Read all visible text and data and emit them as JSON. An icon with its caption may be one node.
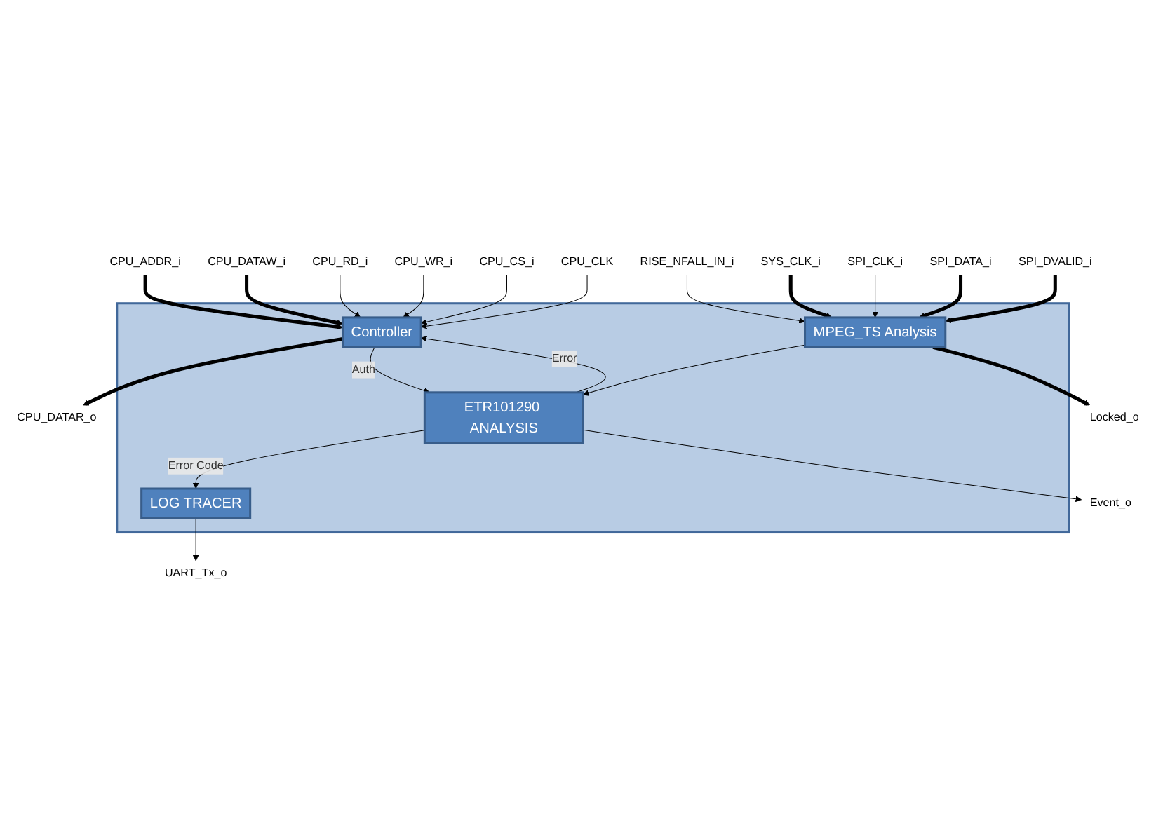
{
  "diagram": {
    "nodes": [
      {
        "text": [
          "CPU_ADDR_i"
        ]
      },
      {
        "text": [
          "CPU_DATAW_i"
        ]
      },
      {
        "text": [
          "CPU_DATAR_o"
        ]
      },
      {
        "text": [
          "CPU_RD_i"
        ]
      },
      {
        "text": [
          "CPU_WR_i"
        ]
      },
      {
        "text": [
          "CPU_CS_i"
        ]
      },
      {
        "text": [
          "CPU_CLK"
        ]
      },
      {
        "text": [],
        "shape": "box"
      },
      {
        "text": [
          "Controller"
        ],
        "in": 7
      },
      {
        "text": [
          "MPEG_TS Analysis"
        ],
        "in": 7
      },
      {
        "text": [
          "ETR101290 ANALYSIS"
        ],
        "in": 7
      },
      {
        "text": [
          "LOG TRACER"
        ],
        "in": 7
      },
      {
        "text": [
          "RISE_NFALL_IN_i"
        ]
      },
      {
        "text": [
          "SYS_CLK_i"
        ]
      },
      {
        "text": [
          "SPI_CLK_i"
        ]
      },
      {
        "text": [
          "SPI_DATA_i"
        ]
      },
      {
        "text": [
          "SPI_DVALID_i"
        ]
      },
      {
        "text": [
          "Locked_o"
        ]
      },
      {
        "text": [
          "Event_o"
        ]
      },
      {
        "text": [
          "UART_Tx_o"
        ]
      }
    ],
    "edges": [
      {
        "from": 0,
        "to": 8,
        "arrow": "to",
        "style": "thick"
      },
      {
        "from": 1,
        "to": 8,
        "arrow": "to",
        "style": "thick"
      },
      {
        "from": 8,
        "to": 2,
        "arrow": "to",
        "style": "thick"
      },
      {
        "from": 3,
        "to": 8,
        "arrow": "to"
      },
      {
        "from": 4,
        "to": 8,
        "arrow": "to"
      },
      {
        "from": 5,
        "to": 8,
        "arrow": "to"
      },
      {
        "from": 6,
        "to": 8,
        "arrow": "to"
      },
      {
        "from": 8,
        "to": 10,
        "arrow": "to",
        "label": "Auth"
      },
      {
        "from": 10,
        "to": 8,
        "arrow": "to",
        "label": "Error"
      },
      {
        "from": 9,
        "to": 10,
        "arrow": "to"
      },
      {
        "from": 10,
        "to": 11,
        "arrow": "to",
        "label": "Error Code"
      },
      {
        "from": 12,
        "to": 9,
        "arrow": "to"
      },
      {
        "from": 13,
        "to": 9,
        "arrow": "to",
        "style": "thick"
      },
      {
        "from": 14,
        "to": 9,
        "arrow": "to"
      },
      {
        "from": 15,
        "to": 9,
        "arrow": "to",
        "style": "thick"
      },
      {
        "from": 16,
        "to": 9,
        "arrow": "to",
        "style": "thick"
      },
      {
        "from": 9,
        "to": 17,
        "arrow": "to",
        "style": "thick"
      },
      {
        "from": 10,
        "to": 18,
        "arrow": "to"
      },
      {
        "from": 11,
        "to": 19,
        "arrow": "to"
      }
    ]
  }
}
